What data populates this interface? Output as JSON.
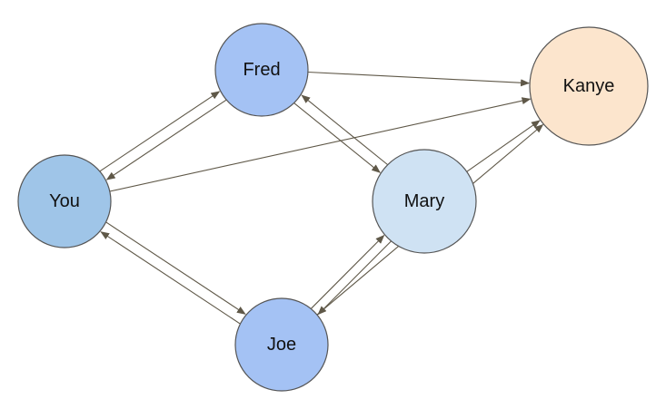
{
  "colors": {
    "edge": "#5f5848",
    "node_stroke": "#555555",
    "text": "#111111"
  },
  "nodes": [
    {
      "id": "you",
      "label": "You",
      "fill": "#9fc5e8"
    },
    {
      "id": "fred",
      "label": "Fred",
      "fill": "#a4c2f4"
    },
    {
      "id": "joe",
      "label": "Joe",
      "fill": "#a4c2f4"
    },
    {
      "id": "mary",
      "label": "Mary",
      "fill": "#cfe2f3"
    },
    {
      "id": "kanye",
      "label": "Kanye",
      "fill": "#fce5cd"
    }
  ],
  "edges": [
    {
      "from": "you",
      "to": "fred"
    },
    {
      "from": "fred",
      "to": "you"
    },
    {
      "from": "you",
      "to": "kanye"
    },
    {
      "from": "you",
      "to": "joe"
    },
    {
      "from": "joe",
      "to": "you"
    },
    {
      "from": "fred",
      "to": "kanye"
    },
    {
      "from": "fred",
      "to": "mary"
    },
    {
      "from": "mary",
      "to": "fred"
    },
    {
      "from": "mary",
      "to": "kanye"
    },
    {
      "from": "joe",
      "to": "mary"
    },
    {
      "from": "mary",
      "to": "joe"
    },
    {
      "from": "joe",
      "to": "kanye"
    }
  ]
}
